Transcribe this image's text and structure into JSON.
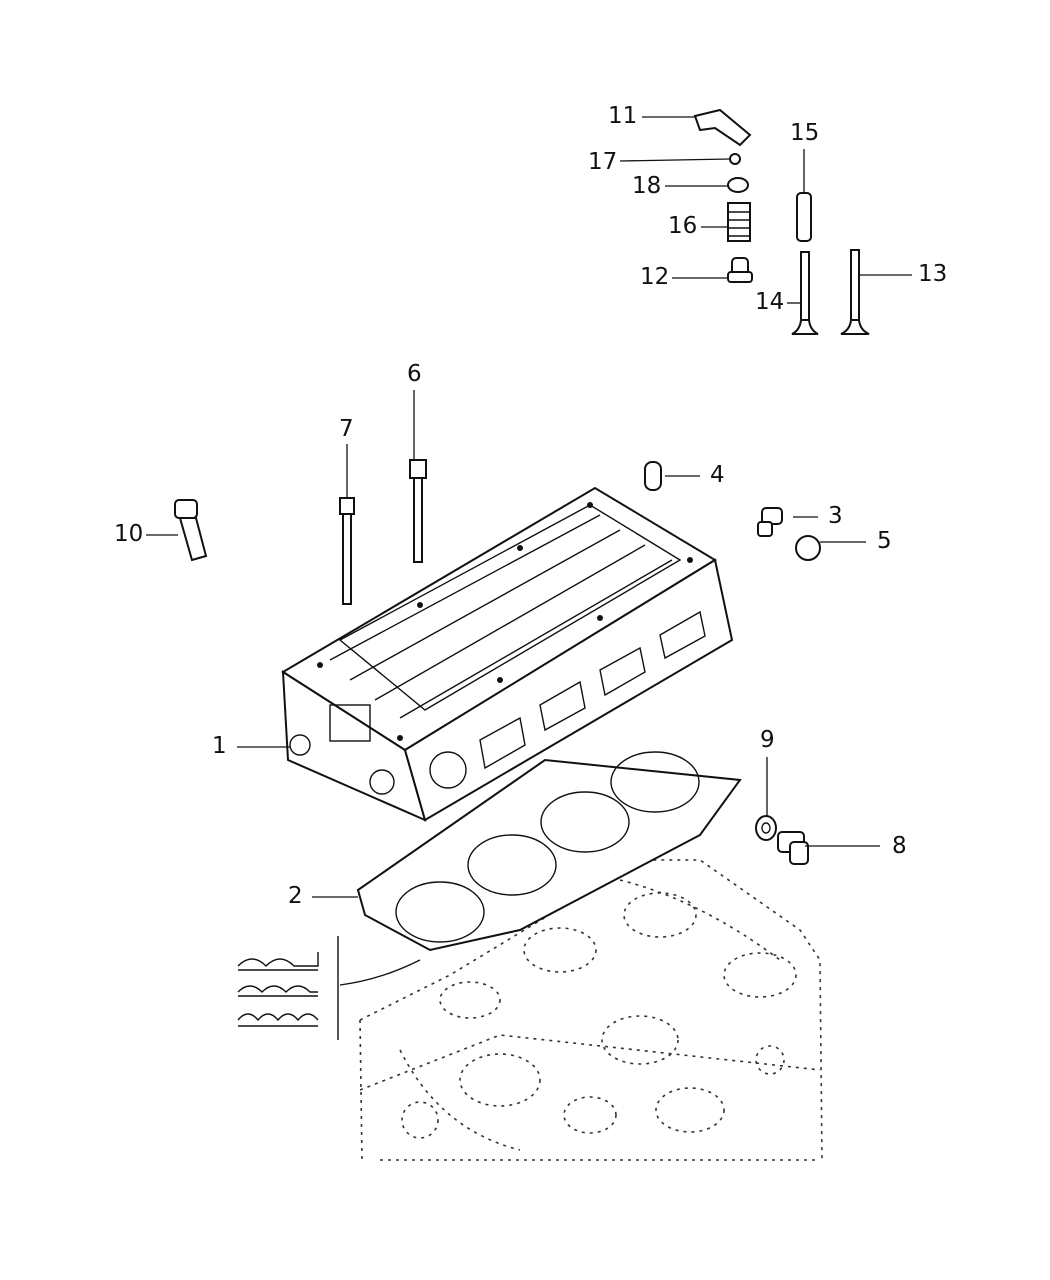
{
  "diagram": {
    "callouts": [
      {
        "id": "1",
        "text": "1"
      },
      {
        "id": "2",
        "text": "2"
      },
      {
        "id": "3",
        "text": "3"
      },
      {
        "id": "4",
        "text": "4"
      },
      {
        "id": "5",
        "text": "5"
      },
      {
        "id": "6",
        "text": "6"
      },
      {
        "id": "7",
        "text": "7"
      },
      {
        "id": "8",
        "text": "8"
      },
      {
        "id": "9",
        "text": "9"
      },
      {
        "id": "10",
        "text": "10"
      },
      {
        "id": "11",
        "text": "11"
      },
      {
        "id": "12",
        "text": "12"
      },
      {
        "id": "13",
        "text": "13"
      },
      {
        "id": "14",
        "text": "14"
      },
      {
        "id": "15",
        "text": "15"
      },
      {
        "id": "16",
        "text": "16"
      },
      {
        "id": "17",
        "text": "17"
      },
      {
        "id": "18",
        "text": "18"
      }
    ],
    "colors": {
      "ink": "#111111",
      "background": "#ffffff"
    }
  }
}
